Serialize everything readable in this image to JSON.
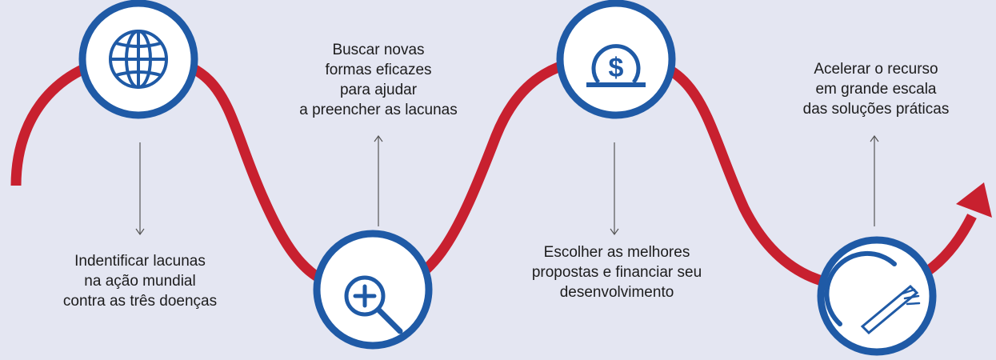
{
  "steps": [
    {
      "icon": "globe-icon",
      "lines": [
        "Indentificar lacunas",
        "na ação mundial",
        "contra as três doenças"
      ]
    },
    {
      "icon": "magnifier-plus-icon",
      "lines": [
        "Buscar novas",
        "formas eficazes",
        "para ajudar",
        "a preencher as lacunas"
      ]
    },
    {
      "icon": "dollar-coin-icon",
      "lines": [
        "Escolher as melhores",
        "propostas e financiar seu",
        "desenvolvimento"
      ]
    },
    {
      "icon": "speedometer-icon",
      "lines": [
        "Acelerar o recurso",
        "em grande escala",
        "das soluções práticas"
      ]
    }
  ],
  "colors": {
    "background": "#e4e6f2",
    "path": "#c8202f",
    "icon_blue": "#1f5aa6",
    "circle_fill": "#ffffff",
    "text": "#1c1c1c",
    "connector": "#555555"
  }
}
